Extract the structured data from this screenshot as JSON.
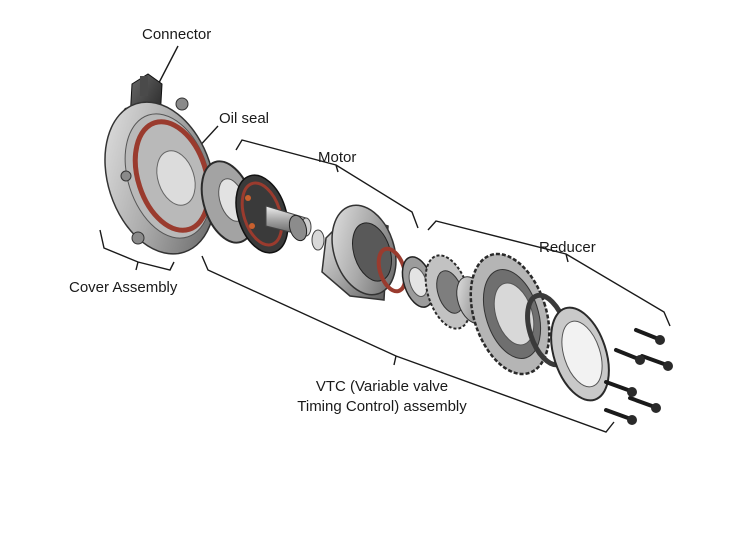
{
  "diagram": {
    "labels": {
      "connector": "Connector",
      "oil_seal": "Oil seal",
      "motor": "Motor",
      "reducer": "Reducer",
      "cover_assembly": "Cover Assembly",
      "vtc_line1": "VTC (Variable valve",
      "vtc_line2": "Timing Control) assembly"
    },
    "parts": [
      "connector",
      "cover-assembly",
      "oil-seal",
      "motor",
      "reducer",
      "bolts"
    ],
    "colors": {
      "metal_dark": "#3a3a3a",
      "metal_mid": "#8c8c8c",
      "metal_light": "#cfcfcf",
      "seal_red": "#9a3b2e",
      "ink": "#1a1a1a"
    }
  }
}
